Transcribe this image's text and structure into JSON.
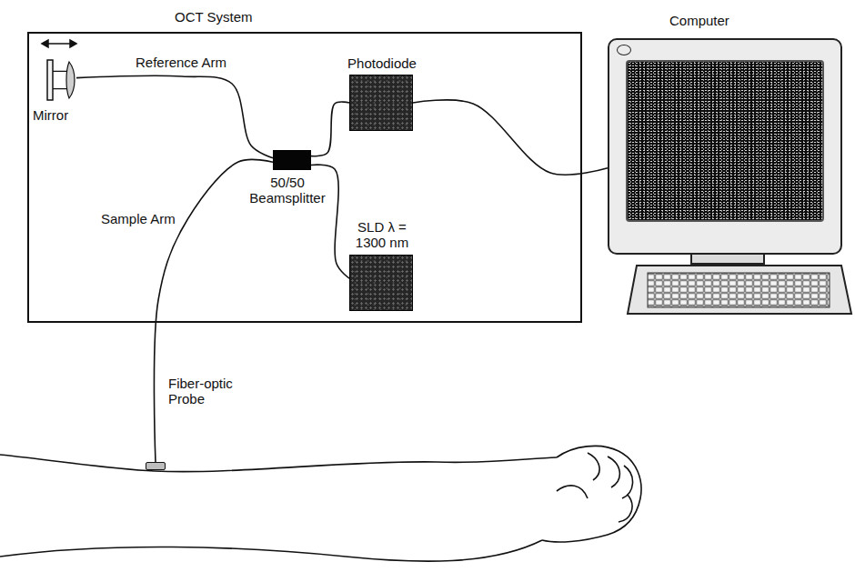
{
  "diagram": {
    "nodes": [
      {
        "text": [
          "OCT System"
        ]
      },
      {
        "text": [
          "Mirror"
        ],
        "in": 0
      },
      {
        "text": [
          "50/50 Beamsplitter"
        ],
        "in": 0
      },
      {
        "text": [
          "Photodiode"
        ],
        "in": 0
      },
      {
        "text": [
          "SLD λ = 1300 nm"
        ],
        "in": 0
      },
      {
        "text": [
          "Computer"
        ]
      },
      {
        "text": [
          "Fiber-optic Probe"
        ]
      }
    ],
    "edges": [
      {
        "from": 1,
        "to": 2,
        "arrow": "none",
        "label": "Reference Arm"
      },
      {
        "from": 2,
        "to": 3,
        "arrow": "none"
      },
      {
        "from": 2,
        "to": 4,
        "arrow": "none"
      },
      {
        "from": 2,
        "to": 6,
        "arrow": "none",
        "label": "Sample Arm"
      },
      {
        "from": 3,
        "to": 5,
        "arrow": "none"
      }
    ]
  }
}
